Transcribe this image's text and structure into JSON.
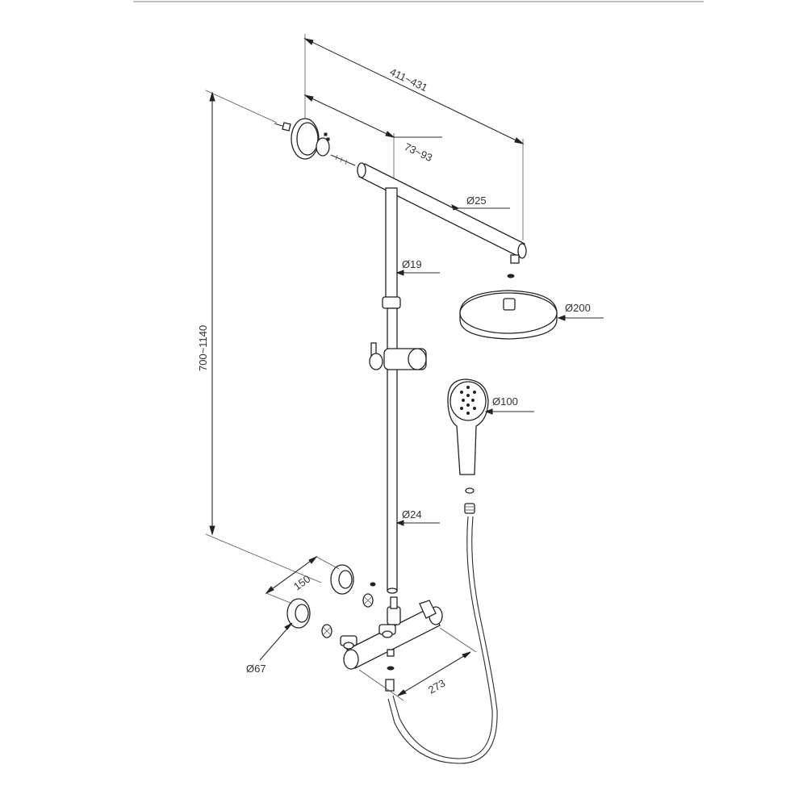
{
  "diagram": {
    "dimensions": {
      "arm_length": "411~431",
      "wall_offset": "73~93",
      "arm_diameter": "Ø25",
      "riser_upper_diameter": "Ø19",
      "overhead_shower_diameter": "Ø200",
      "hand_shower_diameter": "Ø100",
      "riser_lower_diameter": "Ø24",
      "adjustable_height": "700~1140",
      "connection_spacing": "150",
      "escutcheon_diameter": "Ø67",
      "mixer_length": "273"
    }
  }
}
